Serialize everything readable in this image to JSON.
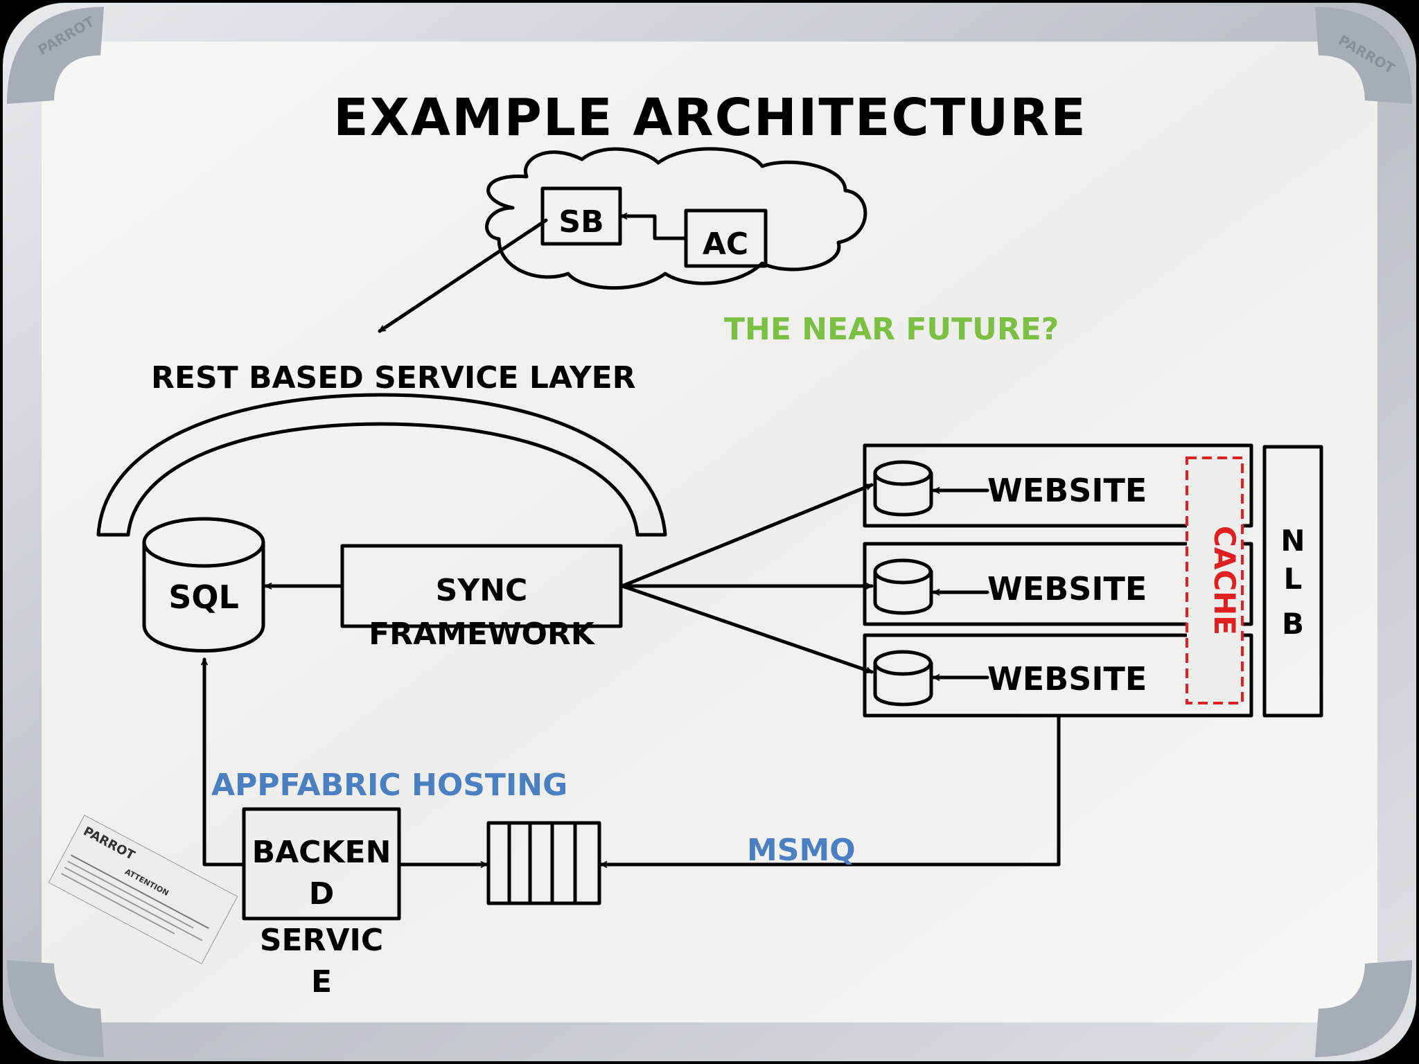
{
  "title": "EXAMPLE ARCHITECTURE",
  "cloud": {
    "sb": "SB",
    "ac": "AC"
  },
  "near_future": "THE NEAR FUTURE?",
  "rest_layer": "REST BASED SERVICE LAYER",
  "sql": "SQL",
  "sync": {
    "line1": "SYNC",
    "line2": "FRAMEWORK"
  },
  "websites": [
    "WEBSITE",
    "WEBSITE",
    "WEBSITE"
  ],
  "cache": "CACHE",
  "nlb": [
    "N",
    "L",
    "B"
  ],
  "appfabric": "APPFABRIC HOSTING",
  "backend": {
    "line1": "BACKEN",
    "line2": "D",
    "line3": "SERVIC",
    "line4": "E"
  },
  "msmq": "MSMQ",
  "brand": "PARROT",
  "sticker": {
    "brand": "PARROT",
    "attention": "ATTENTION"
  },
  "colors": {
    "green": "#7bc043",
    "blue": "#4a7fc1",
    "red": "#e02020",
    "board": "#f4f4f2",
    "frame": "#c9cdd1"
  }
}
